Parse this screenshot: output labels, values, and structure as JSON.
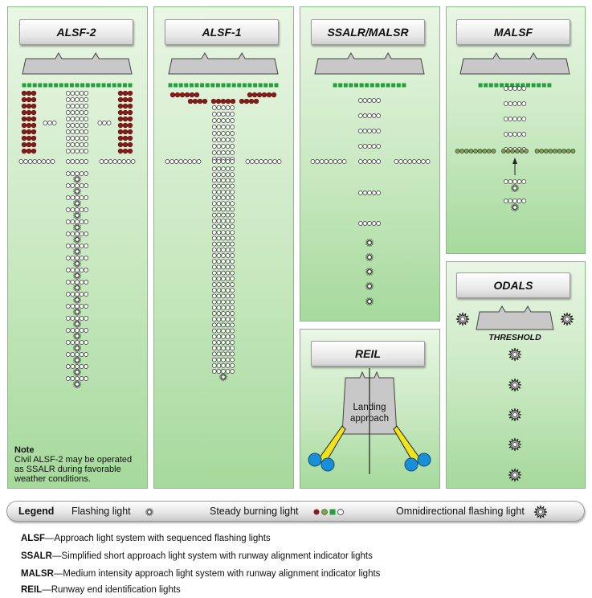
{
  "panels": {
    "alsf2": {
      "title": "ALSF-2"
    },
    "alsf1": {
      "title": "ALSF-1"
    },
    "ssalr": {
      "title": "SSALR/MALSR"
    },
    "malsf": {
      "title": "MALSF"
    },
    "reil": {
      "title": "REIL",
      "approach_label_1": "Landing",
      "approach_label_2": "approach"
    },
    "odals": {
      "title": "ODALS",
      "threshold_label": "THRESHOLD"
    }
  },
  "note": {
    "heading": "Note",
    "lines": [
      "Civil ALSF-2 may be operated",
      "as SSALR during favorable",
      "weather conditions."
    ]
  },
  "legend": {
    "title": "Legend",
    "flashing": "Flashing light",
    "steady": "Steady burning light",
    "omni": "Omnidirectional flashing light"
  },
  "colors": {
    "red_light": "#8b1a1a",
    "green_light": "#22a03a",
    "olive_light": "#7ea844",
    "white_light": "#ffffff",
    "reil_blue": "#1a8fd8",
    "reil_yellow": "#f2e21a"
  },
  "abbreviations": [
    {
      "abbr": "ALSF",
      "text": "Approach light system with sequenced flashing lights"
    },
    {
      "abbr": "SSALR",
      "text": "Simplified short approach light system with runway alignment indicator lights"
    },
    {
      "abbr": "MALSR",
      "text": "Medium intensity approach light system with runway alignment indicator lights"
    },
    {
      "abbr": "REIL",
      "text": "Runway end identification lights"
    }
  ]
}
